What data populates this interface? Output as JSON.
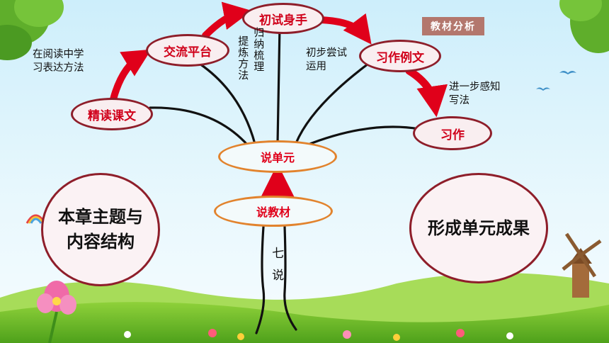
{
  "badge": "教材分析",
  "nodes": {
    "jingdu": "精读课文",
    "jiaoliu": "交流平台",
    "chushi": "初试身手",
    "xizuo_liwen": "习作例文",
    "xizuo": "习作",
    "shuo_danyuan": "说单元",
    "shuo_jiaocai": "说教材"
  },
  "labels": {
    "reading_method": "在阅读中学\n习表达方法",
    "summarize": "提炼方法",
    "induce": "归纳梳理",
    "try_apply": "初步尝试\n运用",
    "perceive": "进一步感知\n写法",
    "trunk": "七说"
  },
  "circles": {
    "theme": "本章主题与\n内容结构",
    "result": "形成单元成果"
  },
  "colors": {
    "arrow_red": "#e0001a",
    "oval_border_dark": "#8e1e2a",
    "oval_border_orange": "#e2832d",
    "badge_bg": "#b3776d"
  }
}
